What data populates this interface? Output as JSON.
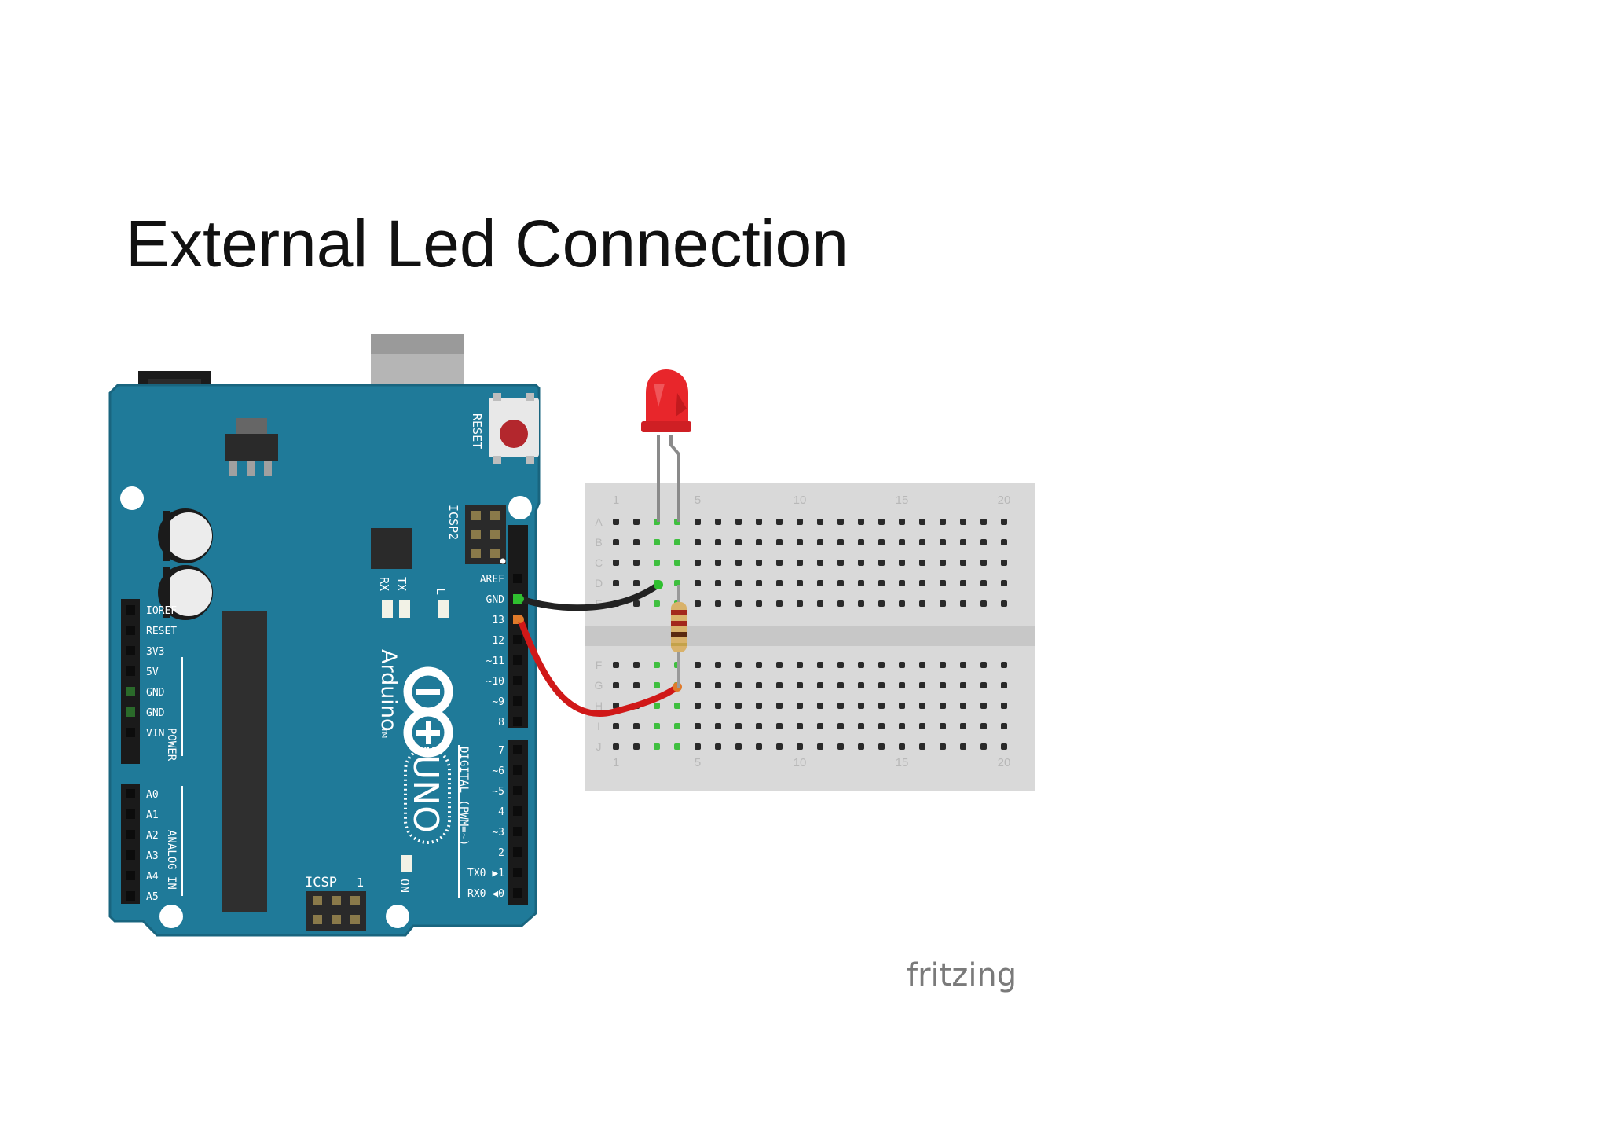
{
  "slide": {
    "title": "External Led Connection",
    "watermark": "fritzing"
  },
  "arduino": {
    "reset_label": "RESET",
    "icsp2_label": "ICSP2",
    "icsp_label": "ICSP",
    "icsp_pin1": "1",
    "tx_label": "TX",
    "rx_label": "RX",
    "l_label": "L",
    "on_label": "ON",
    "brand_text": "Arduino",
    "tm_text": "TM",
    "model_text": "UNO",
    "digital_label": "DIGITAL (PWM=~)",
    "power_label": "POWER",
    "analog_label": "ANALOG IN",
    "power_pins": [
      "IOREF",
      "RESET",
      "3V3",
      "5V",
      "GND",
      "GND",
      "VIN"
    ],
    "analog_pins": [
      "A0",
      "A1",
      "A2",
      "A3",
      "A4",
      "A5"
    ],
    "digital_pins_top": [
      "AREF",
      "GND",
      "13",
      "12",
      "~11",
      "~10",
      "~9",
      "8"
    ],
    "digital_pins_bottom": [
      "7",
      "~6",
      "~5",
      "4",
      "~3",
      "2",
      "TX0 ▶1",
      "RX0 ◀0"
    ],
    "colors": {
      "board": "#1f7a99",
      "board_edge": "#19657f",
      "label": "#ffffff"
    }
  },
  "breadboard": {
    "column_numbers": [
      "1",
      "5",
      "10",
      "15",
      "20"
    ],
    "row_letters_top": [
      "A",
      "B",
      "C",
      "D",
      "E"
    ],
    "row_letters_bottom": [
      "F",
      "G",
      "H",
      "I",
      "J"
    ],
    "colors": {
      "body": "#d9d9d9",
      "hole": "#2a2a2a",
      "active_hole": "#3fbf3f"
    }
  },
  "components": {
    "led": {
      "color": "#e8262b"
    },
    "resistor": {
      "body_color": "#d9b26a",
      "bands": [
        "#a3281c",
        "#a3281c",
        "#5a2a10"
      ]
    },
    "wire_gnd": {
      "color": "#222222"
    },
    "wire_signal": {
      "color": "#d01818"
    }
  }
}
